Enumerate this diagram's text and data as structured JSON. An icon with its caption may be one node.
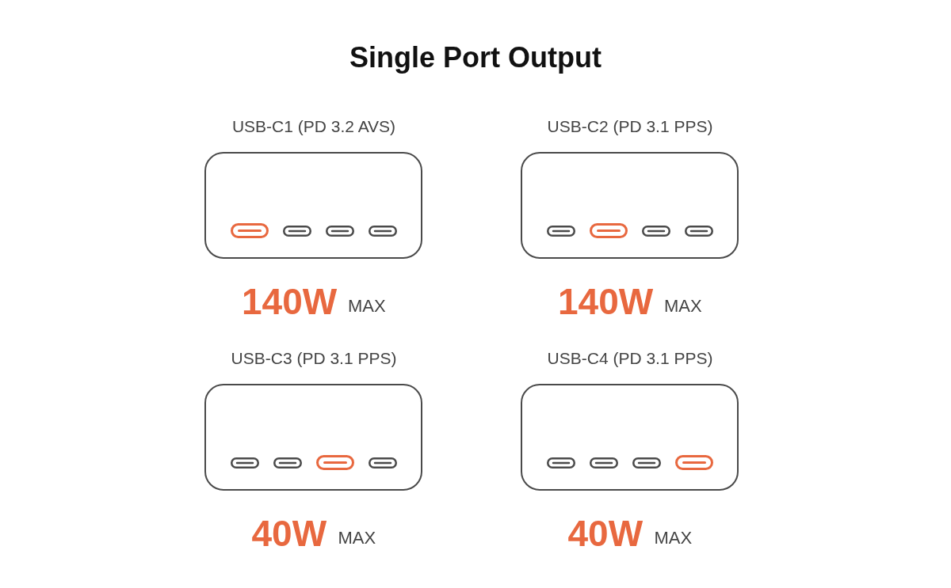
{
  "diagram": {
    "title": "Single Port Output",
    "nodes": [
      {
        "text": [
          "USB-C1 (PD 3.2 AVS)"
        ],
        "beside": [
          "140W",
          "MAX"
        ]
      },
      {
        "text": [
          "USB-C2 (PD 3.1 PPS)"
        ],
        "beside": [
          "140W",
          "MAX"
        ]
      },
      {
        "text": [
          "USB-C3 (PD 3.1 PPS)"
        ],
        "beside": [
          "40W",
          "MAX"
        ]
      },
      {
        "text": [
          "USB-C4 (PD 3.1 PPS)"
        ],
        "beside": [
          "40W",
          "MAX"
        ]
      }
    ],
    "edges": []
  }
}
